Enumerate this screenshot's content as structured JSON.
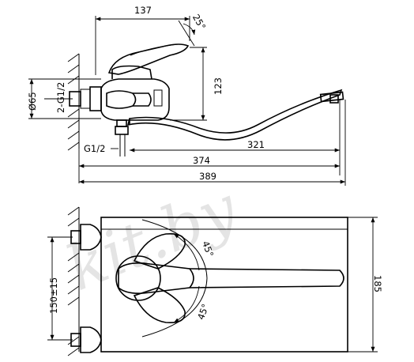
{
  "watermark": "kit.by",
  "dimensions": {
    "width_137": "137",
    "angle_25": "25°",
    "height_123": "123",
    "diameter_65": "Ø65",
    "thread_2_g12": "2-G1/2",
    "thread_g12": "G1/2",
    "len_321": "321",
    "len_374": "374",
    "len_389": "389",
    "angle_45_top": "45°",
    "angle_45_bottom": "45°",
    "spacing_150": "150±15",
    "height_185": "185"
  }
}
